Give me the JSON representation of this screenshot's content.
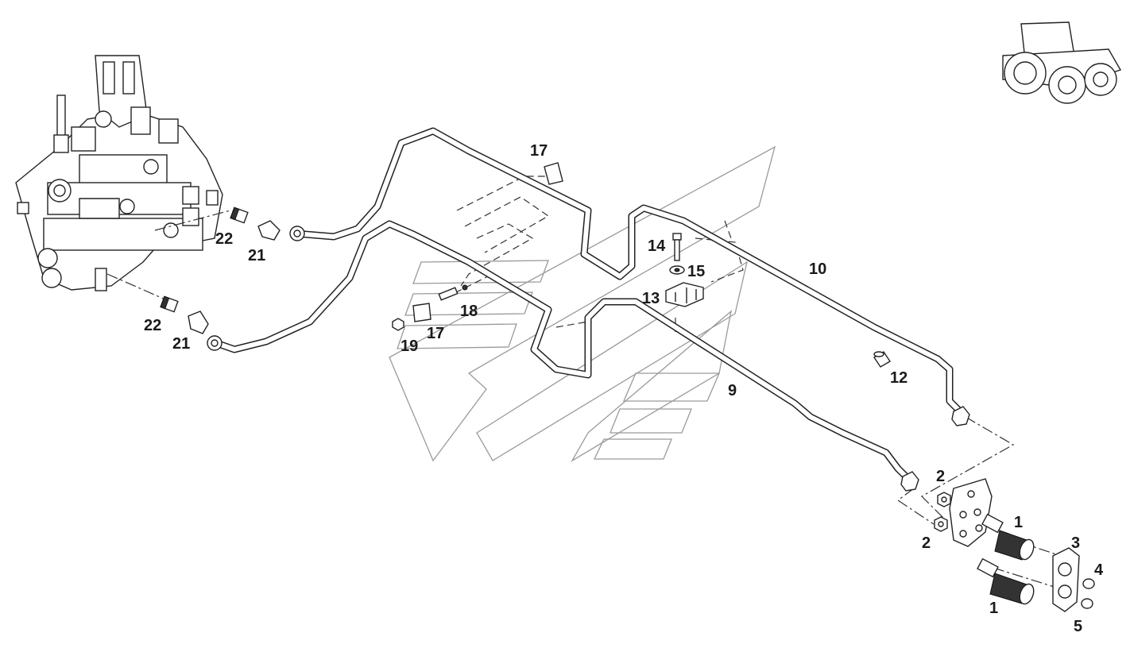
{
  "diagram": {
    "callouts": [
      {
        "id": "c17a",
        "text": "17"
      },
      {
        "id": "c22a",
        "text": "22"
      },
      {
        "id": "c21a",
        "text": "21"
      },
      {
        "id": "c22b",
        "text": "22"
      },
      {
        "id": "c21b",
        "text": "21"
      },
      {
        "id": "c14",
        "text": "14"
      },
      {
        "id": "c15",
        "text": "15"
      },
      {
        "id": "c13",
        "text": "13"
      },
      {
        "id": "c10",
        "text": "10"
      },
      {
        "id": "c18",
        "text": "18"
      },
      {
        "id": "c19",
        "text": "19"
      },
      {
        "id": "c17b",
        "text": "17"
      },
      {
        "id": "c9",
        "text": "9"
      },
      {
        "id": "c12",
        "text": "12"
      },
      {
        "id": "c2a",
        "text": "2"
      },
      {
        "id": "c2b",
        "text": "2"
      },
      {
        "id": "c1a",
        "text": "1"
      },
      {
        "id": "c1b",
        "text": "1"
      },
      {
        "id": "c3",
        "text": "3"
      },
      {
        "id": "c4",
        "text": "4"
      },
      {
        "id": "c5",
        "text": "5"
      }
    ]
  }
}
